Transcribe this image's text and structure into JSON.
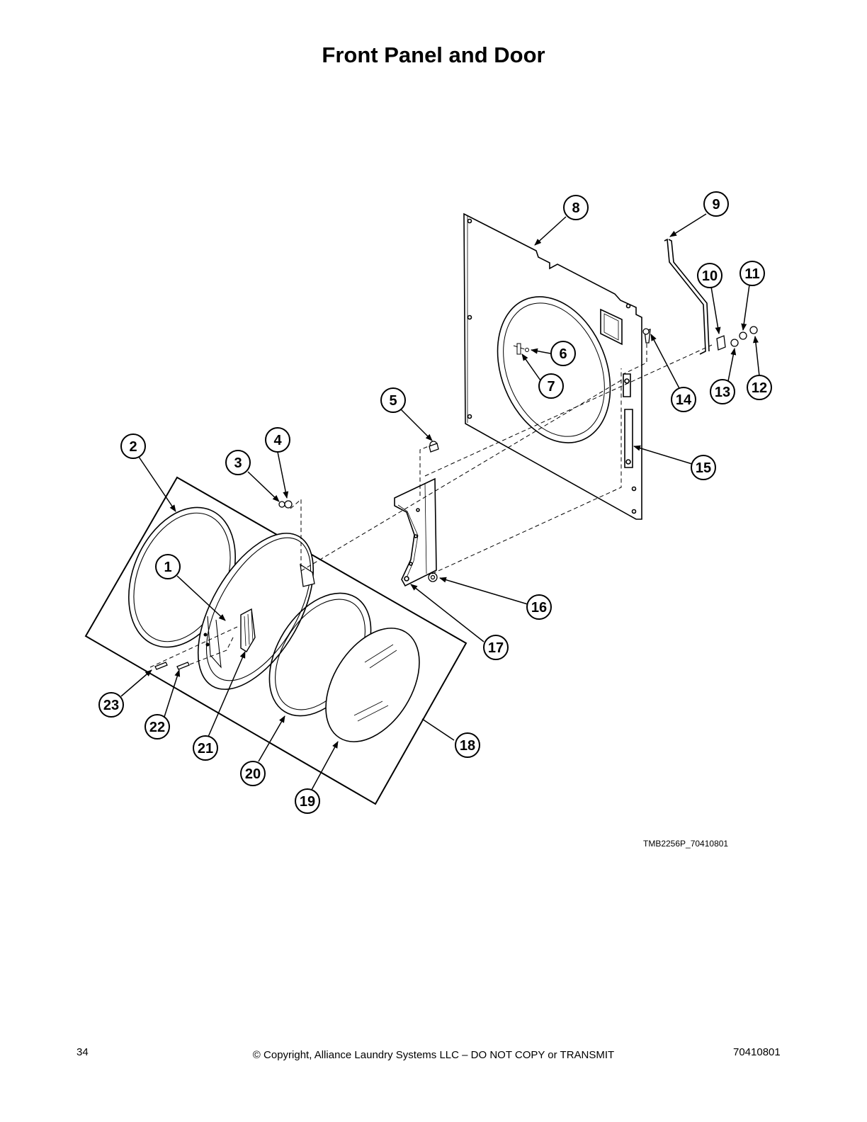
{
  "page": {
    "title": "Front Panel and Door",
    "drawing_id": "TMB2256P_70410801",
    "page_number": "34",
    "copyright": "© Copyright, Alliance Laundry Systems LLC – DO NOT COPY or TRANSMIT",
    "doc_number": "70410801"
  },
  "callouts": [
    "1",
    "2",
    "3",
    "4",
    "5",
    "6",
    "7",
    "8",
    "9",
    "10",
    "11",
    "12",
    "13",
    "14",
    "15",
    "16",
    "17",
    "18",
    "19",
    "20",
    "21",
    "22",
    "23"
  ]
}
